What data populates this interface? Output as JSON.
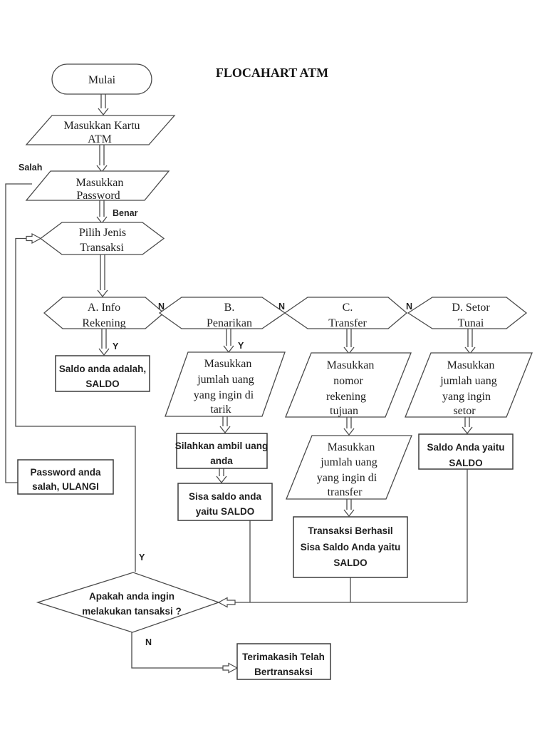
{
  "page": {
    "title": "FLOCAHART ATM"
  },
  "nodes": {
    "start": {
      "type": "terminator",
      "lines": [
        "Mulai"
      ]
    },
    "insert_card": {
      "type": "input-output",
      "lines": [
        "Masukkan Kartu",
        "ATM"
      ]
    },
    "insert_password": {
      "type": "input-output",
      "lines": [
        "Masukkan",
        "Password"
      ]
    },
    "choose_transaction": {
      "type": "preparation",
      "lines": [
        "Pilih Jenis",
        "Transaksi"
      ]
    },
    "opt_info": {
      "type": "preparation",
      "lines": [
        "A. Info",
        "Rekening"
      ]
    },
    "opt_withdraw": {
      "type": "preparation",
      "lines": [
        "B.",
        "Penarikan"
      ]
    },
    "opt_transfer": {
      "type": "preparation",
      "lines": [
        "C.",
        "Transfer"
      ]
    },
    "opt_deposit": {
      "type": "preparation",
      "lines": [
        "D. Setor",
        "Tunai"
      ]
    },
    "balance_info": {
      "type": "process",
      "lines": [
        "Saldo anda adalah,",
        "SALDO"
      ]
    },
    "withdraw_amount": {
      "type": "input-output",
      "lines": [
        "Masukkan",
        "jumlah uang",
        "yang ingin di",
        "tarik"
      ]
    },
    "take_money": {
      "type": "process",
      "lines": [
        "Silahkan ambil uang",
        "anda"
      ]
    },
    "withdraw_balance": {
      "type": "process",
      "lines": [
        "Sisa saldo anda",
        "yaitu SALDO"
      ]
    },
    "transfer_account": {
      "type": "input-output",
      "lines": [
        "Masukkan",
        "nomor",
        "rekening",
        "tujuan"
      ]
    },
    "transfer_amount": {
      "type": "input-output",
      "lines": [
        "Masukkan",
        "jumlah uang",
        "yang ingin di",
        "transfer"
      ]
    },
    "transfer_result": {
      "type": "process",
      "lines": [
        "Transaksi Berhasil",
        "Sisa Saldo Anda yaitu",
        "SALDO"
      ]
    },
    "deposit_amount": {
      "type": "input-output",
      "lines": [
        "Masukkan",
        "jumlah uang",
        "yang ingin",
        "setor"
      ]
    },
    "deposit_balance": {
      "type": "process",
      "lines": [
        "Saldo Anda yaitu",
        "SALDO"
      ]
    },
    "password_wrong": {
      "type": "process",
      "lines": [
        "Password anda",
        "salah, ULANGI"
      ]
    },
    "ask_again": {
      "type": "decision",
      "lines": [
        "Apakah anda ingin",
        "melakukan tansaksi ?"
      ]
    },
    "thanks": {
      "type": "process",
      "lines": [
        "Terimakasih Telah",
        "Bertransaksi"
      ]
    }
  },
  "edge_labels": {
    "salah": "Salah",
    "benar": "Benar",
    "n_ab": "N",
    "n_bc": "N",
    "n_cd": "N",
    "y_info": "Y",
    "y_withdraw": "Y",
    "y_repeat": "Y",
    "n_repeat": "N"
  },
  "colors": {
    "line": "#4a4a4a",
    "text": "#1f1f1f",
    "background": "#ffffff"
  }
}
